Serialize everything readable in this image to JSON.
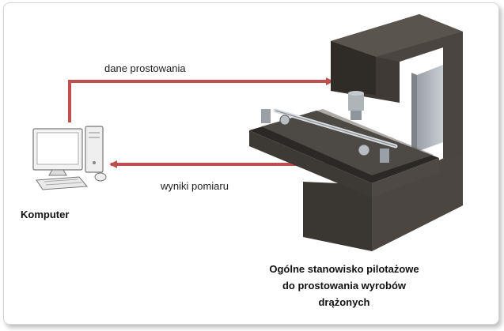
{
  "labels": {
    "top_arrow": "dane prostowania",
    "bottom_arrow": "wyniki pomiaru",
    "computer": "Komputer",
    "caption_line1": "Ogólne stanowisko pilotażowe",
    "caption_line2": "do prostowania wyrobów",
    "caption_line3": "drążonych"
  },
  "colors": {
    "arrow": "#c0504d",
    "machine_dark": "#3a3632",
    "machine_mid": "#4e4944",
    "machine_light": "#6a645e"
  },
  "icons": [
    "computer-icon",
    "straightening-machine-icon"
  ]
}
